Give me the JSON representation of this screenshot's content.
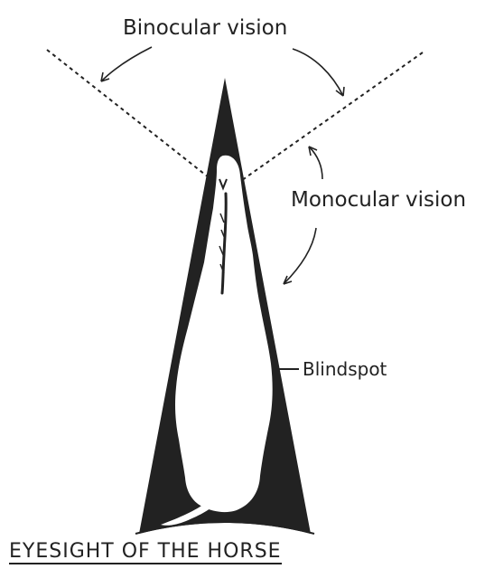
{
  "labels": {
    "binocular": "Binocular vision",
    "monocular": "Monocular vision",
    "blindspot": "Blindspot",
    "title": "EYESIGHT OF THE HORSE"
  },
  "colors": {
    "ink": "#222222",
    "paper": "#ffffff"
  }
}
